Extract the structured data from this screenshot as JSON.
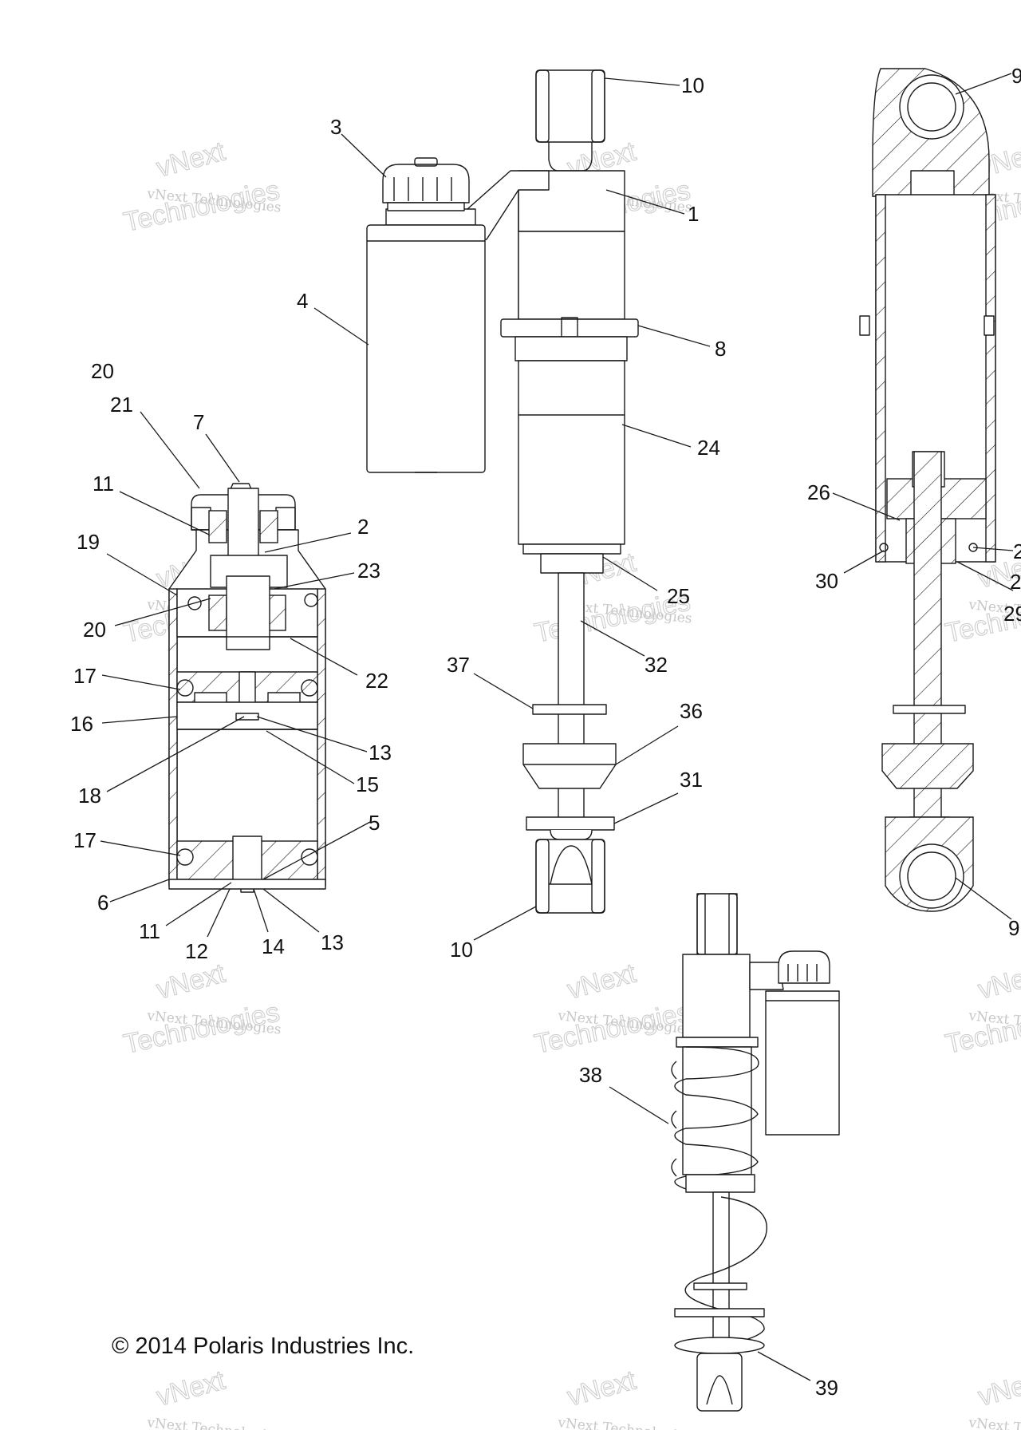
{
  "copyright": "© 2014 Polaris Industries Inc.",
  "watermark": {
    "line1": "vNext",
    "line2": "vNext Technologies",
    "line3": "Technologies"
  },
  "callouts": {
    "c1": "1",
    "c2": "2",
    "c3": "3",
    "c4": "4",
    "c5": "5",
    "c6": "6",
    "c7": "7",
    "c8": "8",
    "c9a": "9",
    "c9b": "9",
    "c10a": "10",
    "c10b": "10",
    "c11a": "11",
    "c11b": "11",
    "c12": "12",
    "c13a": "13",
    "c13b": "13",
    "c14": "14",
    "c15": "15",
    "c16": "16",
    "c17a": "17",
    "c17b": "17",
    "c18": "18",
    "c19": "19",
    "c20a": "20",
    "c20b": "20",
    "c21": "21",
    "c22": "22",
    "c23": "23",
    "c24": "24",
    "c25": "25",
    "c26": "26",
    "c30": "30",
    "c31": "31",
    "c32": "32",
    "c36": "36",
    "c37": "37",
    "c38": "38",
    "c39": "39",
    "cR1": "2",
    "cR2": "2",
    "cR3": "29"
  }
}
